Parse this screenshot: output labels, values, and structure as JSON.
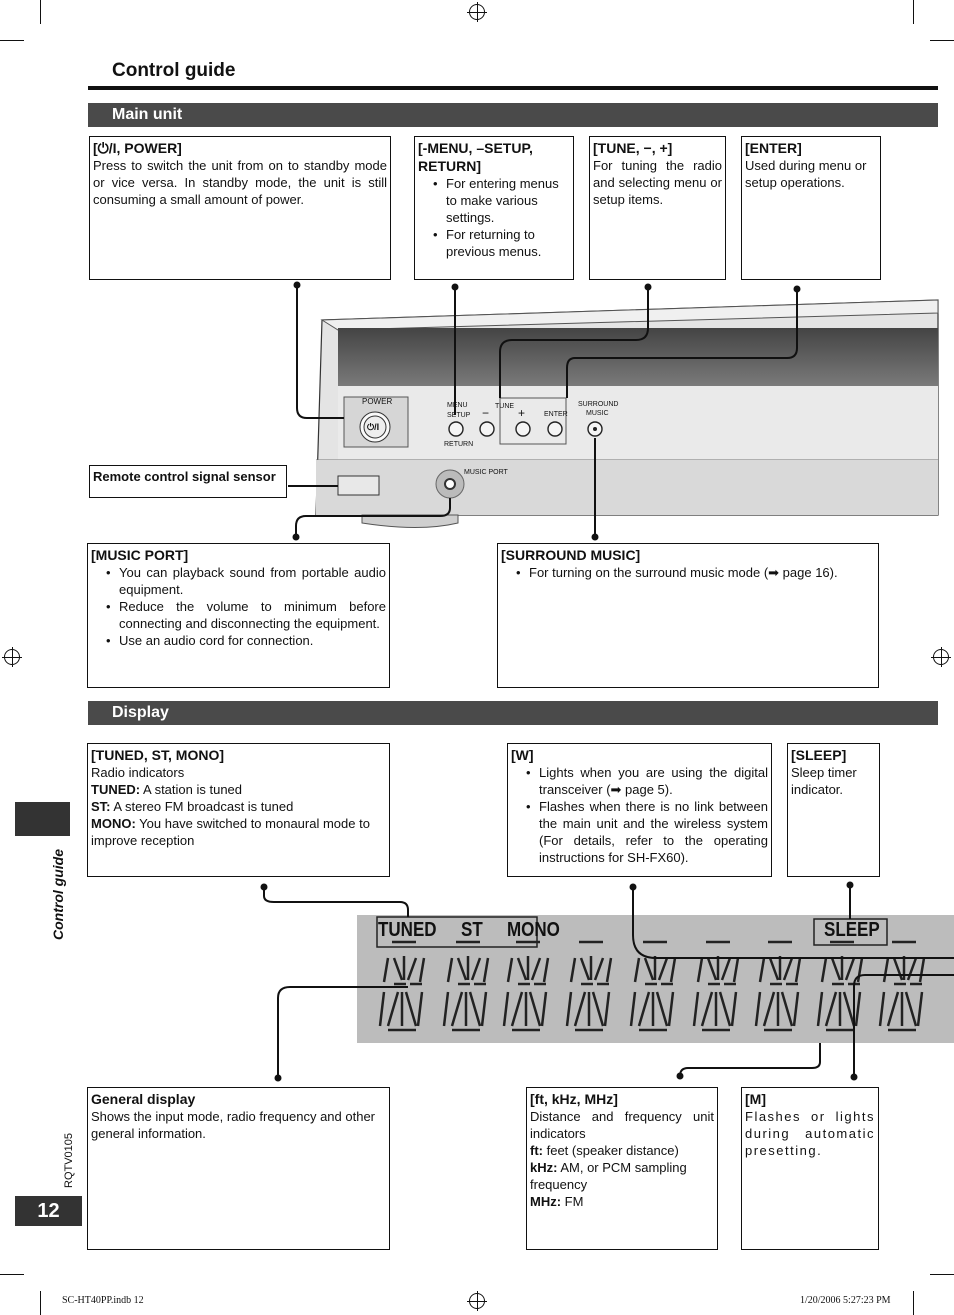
{
  "page": {
    "title": "Control guide",
    "side_label": "Control guide",
    "doc_code": "RQTV0105",
    "page_number": "12",
    "footer_left": "SC-HT40PP.indb   12",
    "footer_right": "1/20/2006   5:27:23 PM"
  },
  "main_unit": {
    "heading": "Main unit",
    "power": {
      "title": "[⏻/I, POWER]",
      "text": "Press to switch the unit from on to standby mode or vice versa. In standby mode, the unit is still consuming a small amount of power."
    },
    "menu": {
      "title": "[-MENU, –SETUP, RETURN]",
      "items": [
        "For entering menus to make various settings.",
        "For returning to previous menus."
      ]
    },
    "tune": {
      "title": "[TUNE, −, +]",
      "text": "For tuning the radio and selecting menu or setup items."
    },
    "enter": {
      "title": "[ENTER]",
      "text": "Used during menu or setup operations."
    },
    "sensor": {
      "title": "Remote control signal sensor"
    },
    "music_port": {
      "title": "[MUSIC PORT]",
      "items": [
        "You can playback sound from portable audio equipment.",
        "Reduce the volume to minimum before connecting and disconnecting the equipment.",
        "Use an audio cord for connection."
      ]
    },
    "surround": {
      "title": "[SURROUND MUSIC]",
      "items": [
        "For turning on the surround music mode (➡ page 16)."
      ]
    },
    "panel": {
      "power_label": "POWER",
      "power_symbol": "⏻/I",
      "menu_label": "MENU",
      "setup_label": "SETUP",
      "return_label": "RETURN",
      "tune_label": "TUNE",
      "minus": "−",
      "plus": "+",
      "enter_label": "ENTER",
      "surround_label_1": "SURROUND",
      "surround_label_2": "MUSIC",
      "music_port_label": "MUSIC PORT"
    }
  },
  "display": {
    "heading": "Display",
    "tuned": {
      "title": "[TUNED, ST, MONO]",
      "lines": [
        {
          "label": "",
          "text": "Radio indicators"
        },
        {
          "label": "TUNED:",
          "text": " A station is tuned"
        },
        {
          "label": "ST:",
          "text": " A stereo FM broadcast is tuned"
        },
        {
          "label": "MONO:",
          "text": " You have switched to monaural mode to improve reception"
        }
      ]
    },
    "w": {
      "title": "[W]",
      "items": [
        "Lights when you are using the digital transceiver (➡ page 5).",
        "Flashes when there is no link between the main unit and the wireless system (For details, refer to the operating instructions for SH-FX60)."
      ]
    },
    "sleep": {
      "title": "[SLEEP]",
      "text": "Sleep timer indicator."
    },
    "general": {
      "title": "General display",
      "text": "Shows the input mode, radio frequency and other general information."
    },
    "units": {
      "title": "[ft, kHz, MHz]",
      "lines": [
        {
          "label": "",
          "text": "Distance and frequency unit indicators"
        },
        {
          "label": "ft:",
          "text": " feet (speaker distance)"
        },
        {
          "label": "kHz:",
          "text": " AM, or PCM sampling frequency"
        },
        {
          "label": "MHz:",
          "text": " FM"
        }
      ]
    },
    "m": {
      "title": "[M]",
      "text": "Flashes or lights during automatic presetting."
    },
    "lcd": {
      "tuned": "TUNED",
      "st": "ST",
      "mono": "MONO",
      "sleep": "SLEEP"
    }
  }
}
